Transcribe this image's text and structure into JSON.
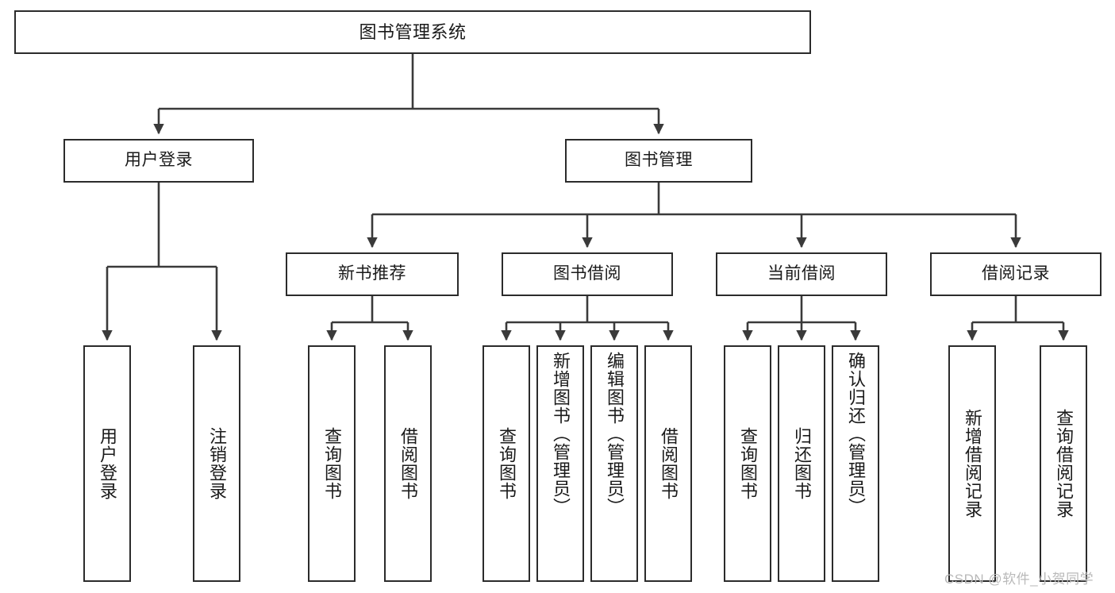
{
  "diagram": {
    "type": "tree",
    "title": "图书管理系统",
    "watermark": "CSDN @软件_小贺同学",
    "colors": {
      "box_border": "#2b2b2b",
      "box_fill": "#ffffff",
      "edge": "#3a3a3a",
      "text": "#1a1a1a",
      "watermark": "#b9b9b9"
    },
    "root": {
      "label": "图书管理系统"
    },
    "level2": [
      {
        "label": "用户登录"
      },
      {
        "label": "图书管理"
      }
    ],
    "level3": [
      {
        "label": "新书推荐"
      },
      {
        "label": "图书借阅"
      },
      {
        "label": "当前借阅"
      },
      {
        "label": "借阅记录"
      }
    ],
    "leaves": {
      "user_login": [
        {
          "label": "用户登录"
        },
        {
          "label": "注销登录"
        }
      ],
      "new_book_recommend": [
        {
          "label": "查询图书"
        },
        {
          "label": "借阅图书"
        }
      ],
      "book_borrow": [
        {
          "label": "查询图书"
        },
        {
          "label": "新增图书（管理员）"
        },
        {
          "label": "编辑图书（管理员）"
        },
        {
          "label": "借阅图书"
        }
      ],
      "current_borrow": [
        {
          "label": "查询图书"
        },
        {
          "label": "归还图书"
        },
        {
          "label": "确认归还（管理员）"
        }
      ],
      "borrow_record": [
        {
          "label": "新增借阅记录"
        },
        {
          "label": "查询借阅记录"
        }
      ]
    }
  }
}
